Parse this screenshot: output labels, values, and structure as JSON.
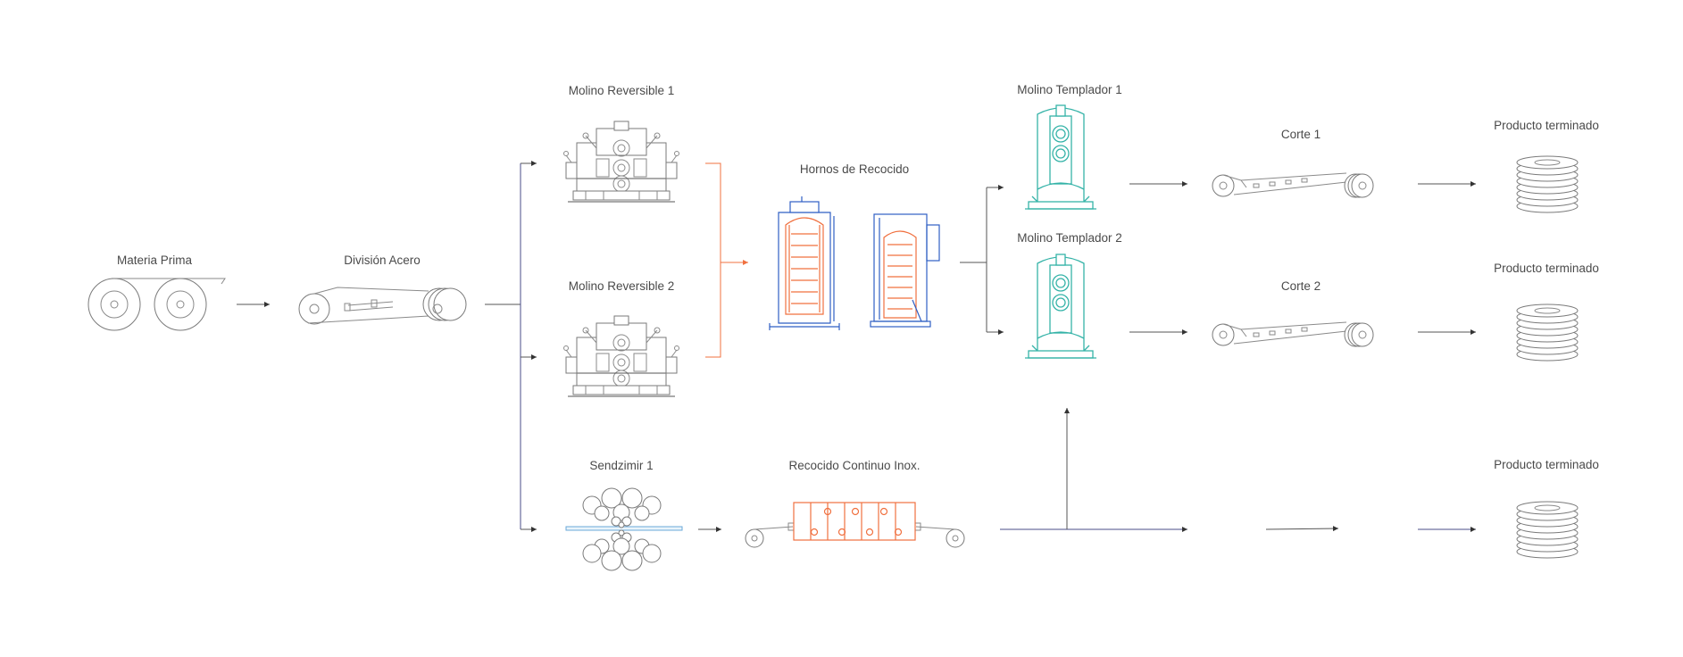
{
  "labels": {
    "materia_prima": "Materia Prima",
    "division_acero": "División Acero",
    "molino_reversible_1": "Molino Reversible 1",
    "molino_reversible_2": "Molino Reversible 2",
    "hornos_recocido": "Hornos de Recocido",
    "molino_templador_1": "Molino Templador 1",
    "molino_templador_2": "Molino Templador 2",
    "corte_1": "Corte 1",
    "corte_2": "Corte 2",
    "producto_terminado_1": "Producto terminado",
    "producto_terminado_2": "Producto terminado",
    "producto_terminado_3": "Producto terminado",
    "sendzimir_1": "Sendzimir 1",
    "recocido_continuo": "Recocido Continuo Inox."
  },
  "colors": {
    "line": "#555555",
    "gray_machine": "#8a8a8a",
    "orange_furnace": "#f0703f",
    "blue_furnace": "#2f5fc4",
    "teal_temper_mill": "#35b3a8",
    "label_text": "#4a4a4a"
  },
  "icons": {
    "materia_prima": "steel-coils-icon",
    "division_acero": "slitting-line-icon",
    "molino_reversible": "reversing-mill-icon",
    "hornos": "annealing-furnace-icon",
    "molino_templador": "temper-mill-icon",
    "corte": "cutting-line-icon",
    "producto": "coil-stack-icon",
    "sendzimir": "sendzimir-mill-icon",
    "recocido_continuo": "continuous-annealing-icon"
  }
}
